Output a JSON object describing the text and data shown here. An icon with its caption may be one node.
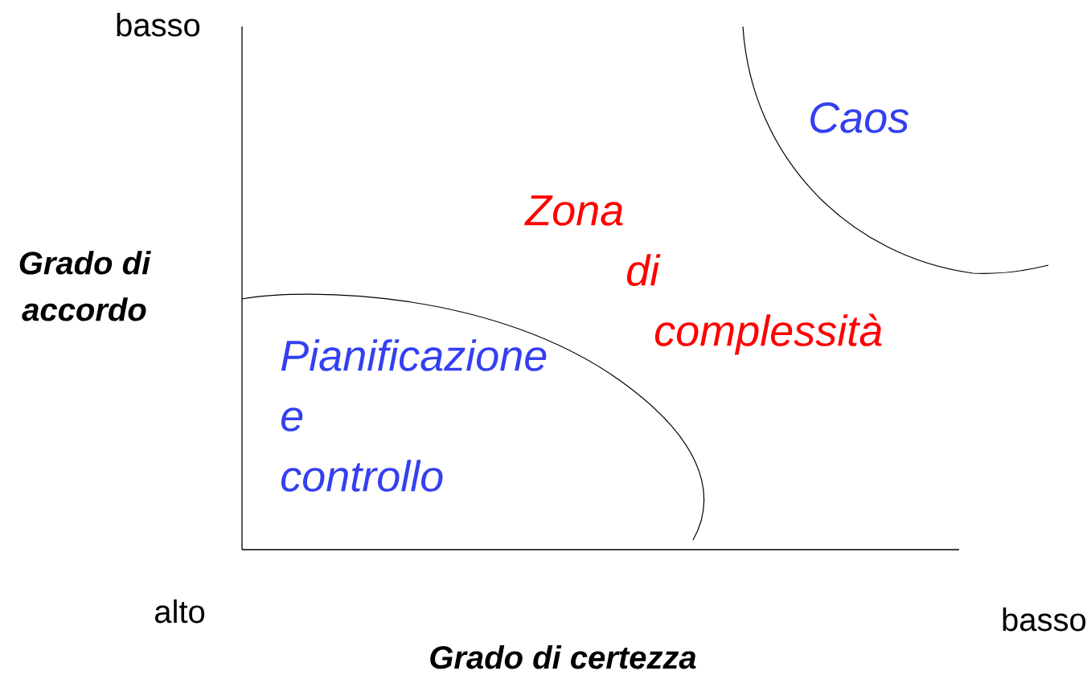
{
  "diagram": {
    "labels": [
      "basso",
      "Caos",
      "Zona di complessità",
      "Grado di accordo",
      "Pianificazione e controllo",
      "alto",
      "basso",
      "Grado di certezza"
    ]
  }
}
